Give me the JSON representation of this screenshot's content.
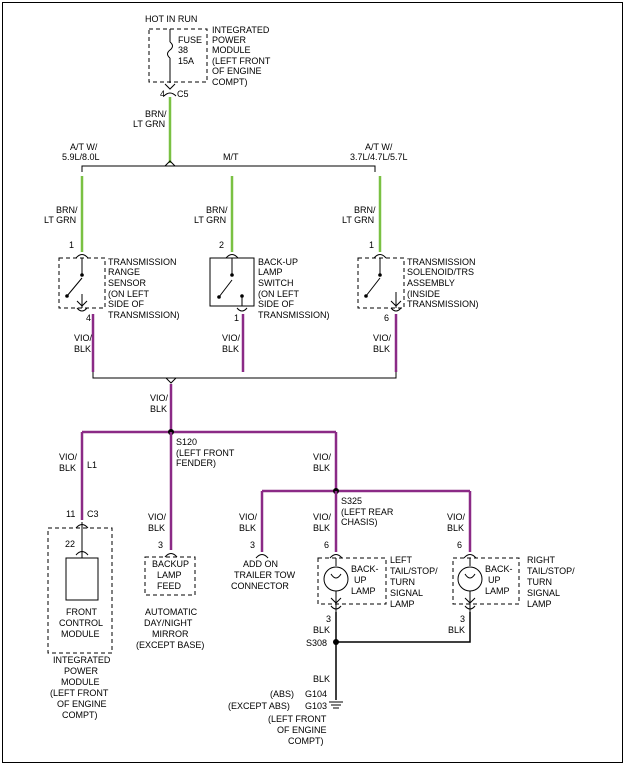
{
  "colors": {
    "green": "#7ac143",
    "violet": "#8b2a86",
    "black": "#000000"
  },
  "labels": {
    "hot_in_run": "HOT IN RUN",
    "fuse": [
      "FUSE",
      "38",
      "15A"
    ],
    "ipm_top": [
      "INTEGRATED",
      "POWER",
      "MODULE",
      "(LEFT FRONT",
      "OF ENGINE",
      "COMPT)"
    ],
    "pin_4": "4",
    "conn_c5": "C5",
    "wire_brn_ltgrn": [
      "BRN/",
      "LT GRN"
    ],
    "atw_left": [
      "A/T W/",
      "5.9L/8.0L"
    ],
    "mt": "M/T",
    "atw_right": [
      "A/T W/",
      "3.7L/4.7L/5.7L"
    ],
    "pin_1": "1",
    "pin_2": "2",
    "pin_6": "6",
    "pin_3": "3",
    "pin_11": "11",
    "pin_22": "22",
    "trs": [
      "TRANSMISSION",
      "RANGE",
      "SENSOR",
      "(ON LEFT",
      "SIDE OF",
      "TRANSMISSION)"
    ],
    "backup_switch": [
      "BACK-UP",
      "LAMP",
      "SWITCH",
      "(ON LEFT",
      "SIDE OF",
      "TRANSMISSION)"
    ],
    "solenoid": [
      "TRANSMISSION",
      "SOLENOID/TRS",
      "ASSEMBLY",
      "(INSIDE",
      "TRANSMISSION)"
    ],
    "wire_vio_blk": [
      "VIO/",
      "BLK"
    ],
    "s120": [
      "S120",
      "(LEFT FRONT",
      "FENDER)"
    ],
    "l1": "L1",
    "conn_c3": "C3",
    "s325": [
      "S325",
      "(LEFT REAR",
      "CHASIS)"
    ],
    "fcm": [
      "FRONT",
      "CONTROL",
      "MODULE"
    ],
    "ipm_bottom": [
      "INTEGRATED",
      "POWER",
      "MODULE",
      "(LEFT FRONT",
      "OF ENGINE",
      "COMPT)"
    ],
    "backup_feed": [
      "BACKUP",
      "LAMP",
      "FEED"
    ],
    "auto_mirror": [
      "AUTOMATIC",
      "DAY/NIGHT",
      "MIRROR",
      "(EXCEPT BASE)"
    ],
    "trailer": [
      "ADD ON",
      "TRAILER TOW",
      "CONNECTOR"
    ],
    "backup_lamp": [
      "BACK-",
      "UP",
      "LAMP"
    ],
    "left_tail": [
      "LEFT",
      "TAIL/STOP/",
      "TURN",
      "SIGNAL",
      "LAMP"
    ],
    "right_tail": [
      "RIGHT",
      "TAIL/STOP/",
      "TURN",
      "SIGNAL",
      "LAMP"
    ],
    "wire_blk": "BLK",
    "s308": "S308",
    "abs": "(ABS)",
    "g104": "G104",
    "except_abs": "(EXCEPT ABS)",
    "g103": "G103",
    "ground_loc": [
      "(LEFT FRONT",
      "OF ENGINE",
      "COMPT)"
    ]
  }
}
